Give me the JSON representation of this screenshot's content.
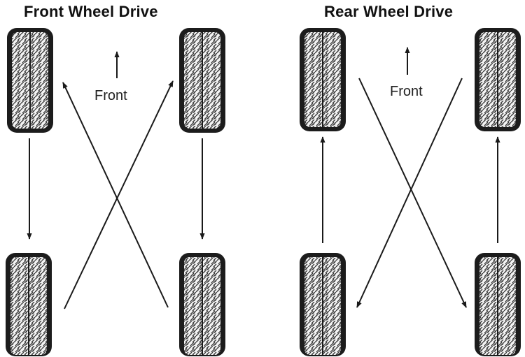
{
  "panels": [
    {
      "title": "Front Wheel Drive",
      "front_label": "Front"
    },
    {
      "title": "Rear Wheel Drive",
      "front_label": "Front"
    }
  ],
  "colors": {
    "ink": "#1a1a1a",
    "tread": "#3a3a3a"
  }
}
